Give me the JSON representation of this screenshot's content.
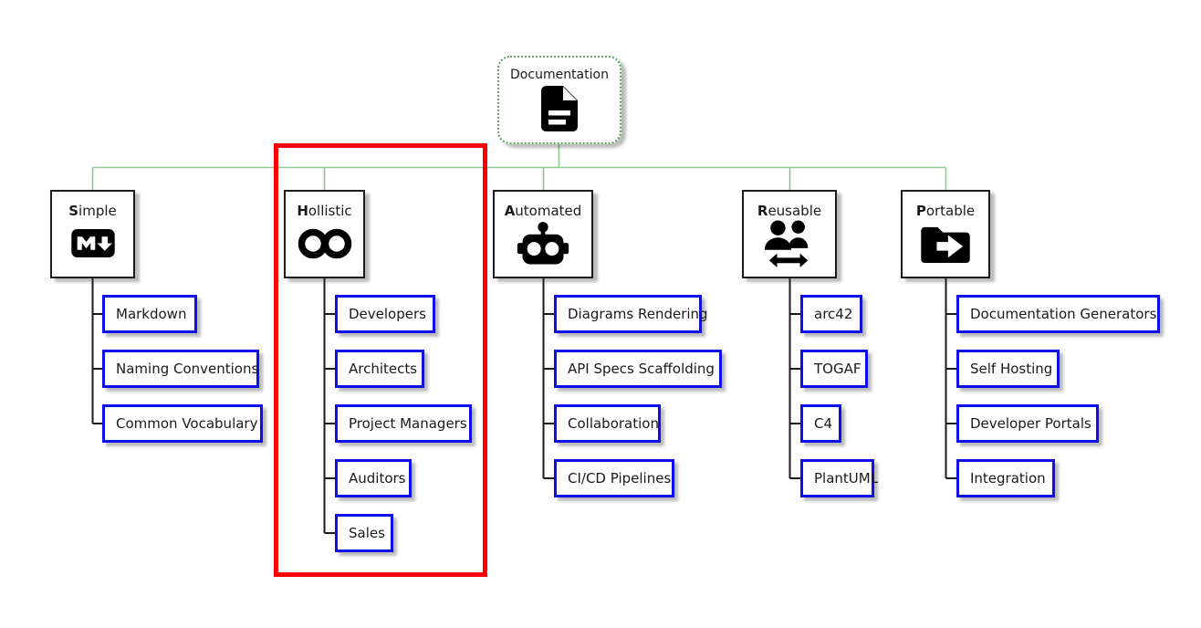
{
  "diagram": {
    "type": "mindmap-org-chart",
    "root": {
      "label": "Documentation",
      "icon": "document-icon"
    },
    "branches": [
      {
        "id": "simple",
        "label": "Simple",
        "label_head": "S",
        "label_tail": "imple",
        "icon": "markdown-icon",
        "children": [
          "Markdown",
          "Naming Conventions",
          "Common Vocabulary"
        ]
      },
      {
        "id": "hollistic",
        "label": "Hollistic",
        "label_head": "H",
        "label_tail": "ollistic",
        "icon": "infinity-icon",
        "highlighted": true,
        "children": [
          "Developers",
          "Architects",
          "Project Managers",
          "Auditors",
          "Sales"
        ]
      },
      {
        "id": "automated",
        "label": "Automated",
        "label_head": "A",
        "label_tail": "utomated",
        "icon": "robot-icon",
        "children": [
          "Diagrams Rendering",
          "API Specs Scaffolding",
          "Collaboration",
          "CI/CD Pipelines"
        ]
      },
      {
        "id": "reusable",
        "label": "Reusable",
        "label_head": "R",
        "label_tail": "eusable",
        "icon": "users-share-icon",
        "children": [
          "arc42",
          "TOGAF",
          "C4",
          "PlantUML"
        ]
      },
      {
        "id": "portable",
        "label": "Portable",
        "label_head": "P",
        "label_tail": "ortable",
        "icon": "folder-export-icon",
        "children": [
          "Documentation Generators",
          "Self Hosting",
          "Developer Portals",
          "Integration"
        ]
      }
    ],
    "highlight_box": {
      "target": "Hollistic",
      "color": "#FA0000"
    },
    "colors": {
      "connector_green": "#90C990",
      "root_border_green": "#53A553",
      "leaf_border_blue": "#0D0DEE",
      "branch_border_black": "#1B1B1B",
      "highlight_red": "#FA0000",
      "background": "#FFFFFF"
    }
  }
}
